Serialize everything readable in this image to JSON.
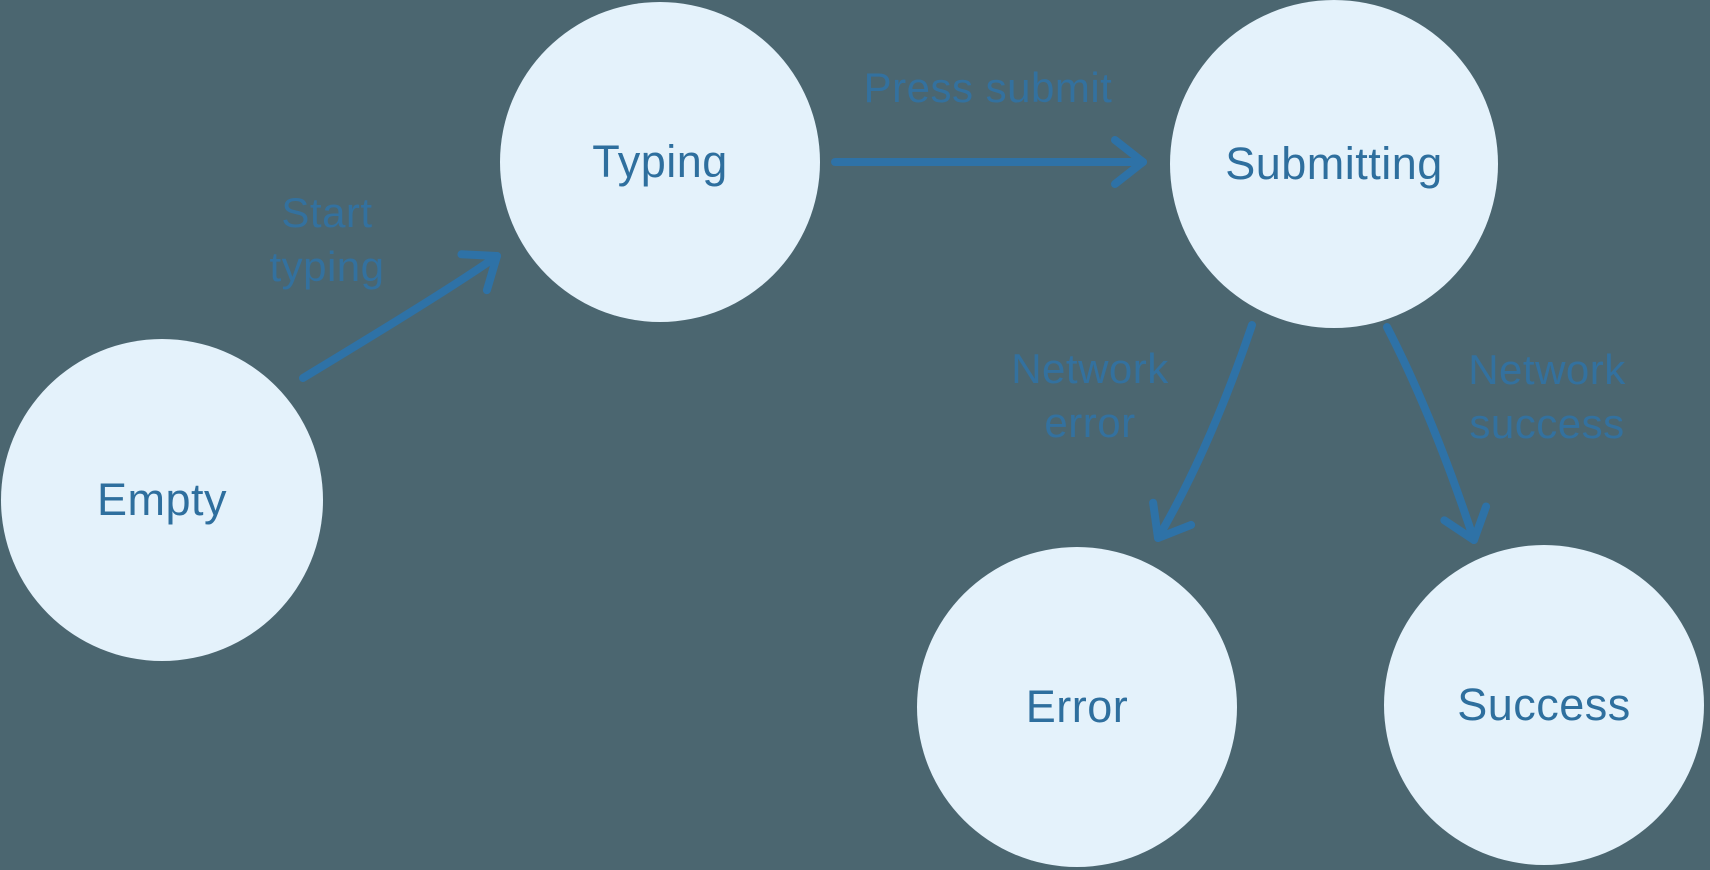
{
  "diagram": {
    "type": "state-machine",
    "colors": {
      "background": "#4B6670",
      "node_fill": "#E4F2FB",
      "node_text": "#2E6F9E",
      "arrow": "#2E72A7",
      "edge_label_text": "#33719F"
    },
    "nodes": [
      {
        "id": "empty",
        "label": "Empty"
      },
      {
        "id": "typing",
        "label": "Typing"
      },
      {
        "id": "submitting",
        "label": "Submitting"
      },
      {
        "id": "error",
        "label": "Error"
      },
      {
        "id": "success",
        "label": "Success"
      }
    ],
    "edges": [
      {
        "from": "empty",
        "to": "typing",
        "label": "Start typing"
      },
      {
        "from": "typing",
        "to": "submitting",
        "label": "Press submit"
      },
      {
        "from": "submitting",
        "to": "error",
        "label": "Network error"
      },
      {
        "from": "submitting",
        "to": "success",
        "label": "Network success"
      }
    ]
  }
}
